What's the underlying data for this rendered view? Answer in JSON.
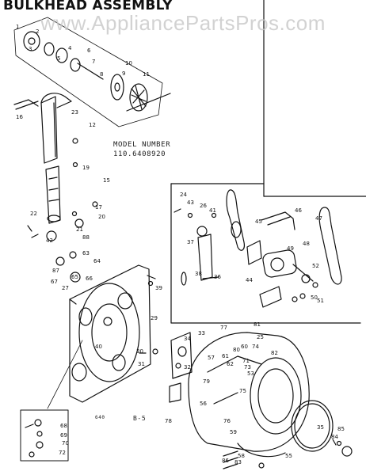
{
  "title": "BULKHEAD ASSEMBLY",
  "watermark": "www.AppliancePartsPros.com",
  "model_label": "MODEL NUMBER",
  "model_number": "110.6408920",
  "page_ref": "B-5",
  "small_ref": "640",
  "part_numbers": [
    "1",
    "2",
    "3",
    "4",
    "5",
    "6",
    "7",
    "8",
    "9",
    "10",
    "11",
    "12",
    "15",
    "16",
    "17",
    "19",
    "20",
    "21",
    "22",
    "23",
    "24",
    "25",
    "26",
    "27",
    "29",
    "30",
    "31",
    "32",
    "33",
    "34",
    "35",
    "36",
    "37",
    "38",
    "39",
    "40",
    "41",
    "42",
    "43",
    "44",
    "45",
    "46",
    "47",
    "48",
    "49",
    "50",
    "51",
    "52",
    "53",
    "55",
    "56",
    "57",
    "58",
    "59",
    "60",
    "61",
    "62",
    "63",
    "64",
    "65",
    "66",
    "67",
    "68",
    "69",
    "70",
    "71",
    "72",
    "73",
    "74",
    "75",
    "76",
    "77",
    "78",
    "79",
    "80",
    "81",
    "82",
    "83",
    "84",
    "85",
    "86",
    "87",
    "88"
  ]
}
